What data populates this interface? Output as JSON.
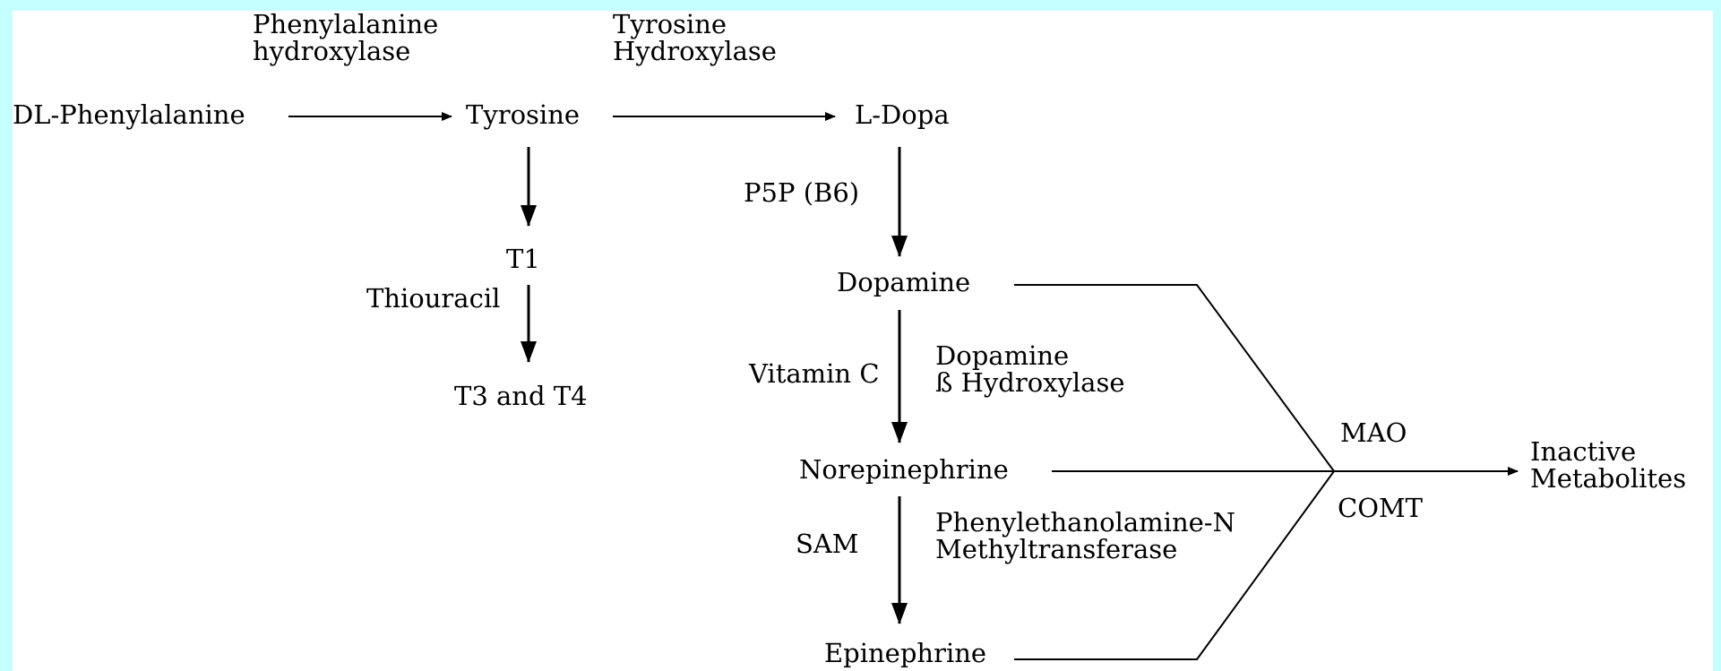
{
  "compounds": {
    "dl_phenylalanine": "DL-Phenylalanine",
    "tyrosine": "Tyrosine",
    "l_dopa": "L-Dopa",
    "t1": "T1",
    "t3_t4": "T3 and T4",
    "dopamine": "Dopamine",
    "norepinephrine": "Norepinephrine",
    "epinephrine": "Epinephrine",
    "inactive_metabolites": [
      "Inactive",
      "Metabolites"
    ]
  },
  "enzymes": {
    "phenylalanine_hydroxylase": [
      "Phenylalanine",
      "hydroxylase"
    ],
    "tyrosine_hydroxylase": [
      "Tyrosine",
      "Hydroxylase"
    ],
    "dopamine_b_hydroxylase": [
      "Dopamine",
      "ß Hydroxylase"
    ],
    "pnmt": [
      "Phenylethanolamine-N",
      "Methyltransferase"
    ],
    "mao": "MAO",
    "comt": "COMT"
  },
  "cofactors": {
    "p5p": "P5P (B6)",
    "thiouracil": "Thiouracil",
    "vitamin_c": "Vitamin C",
    "sam": "SAM"
  },
  "colors": {
    "background": "#c6ffff",
    "canvas": "#ffffff",
    "ink": "#000000"
  }
}
